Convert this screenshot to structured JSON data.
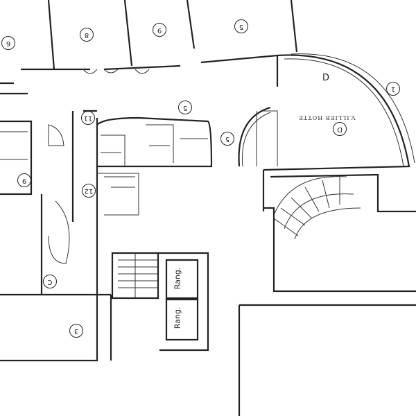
{
  "plan": {
    "hall_label": "V.ILLIER HOTTE",
    "room_letter": "D",
    "storage_labels": [
      "Rang.",
      "Rang."
    ],
    "room_markers": [
      "6",
      "8",
      "9",
      "5",
      "D",
      "1",
      "11",
      "5",
      "5",
      "12",
      "9",
      "C",
      "3"
    ]
  }
}
